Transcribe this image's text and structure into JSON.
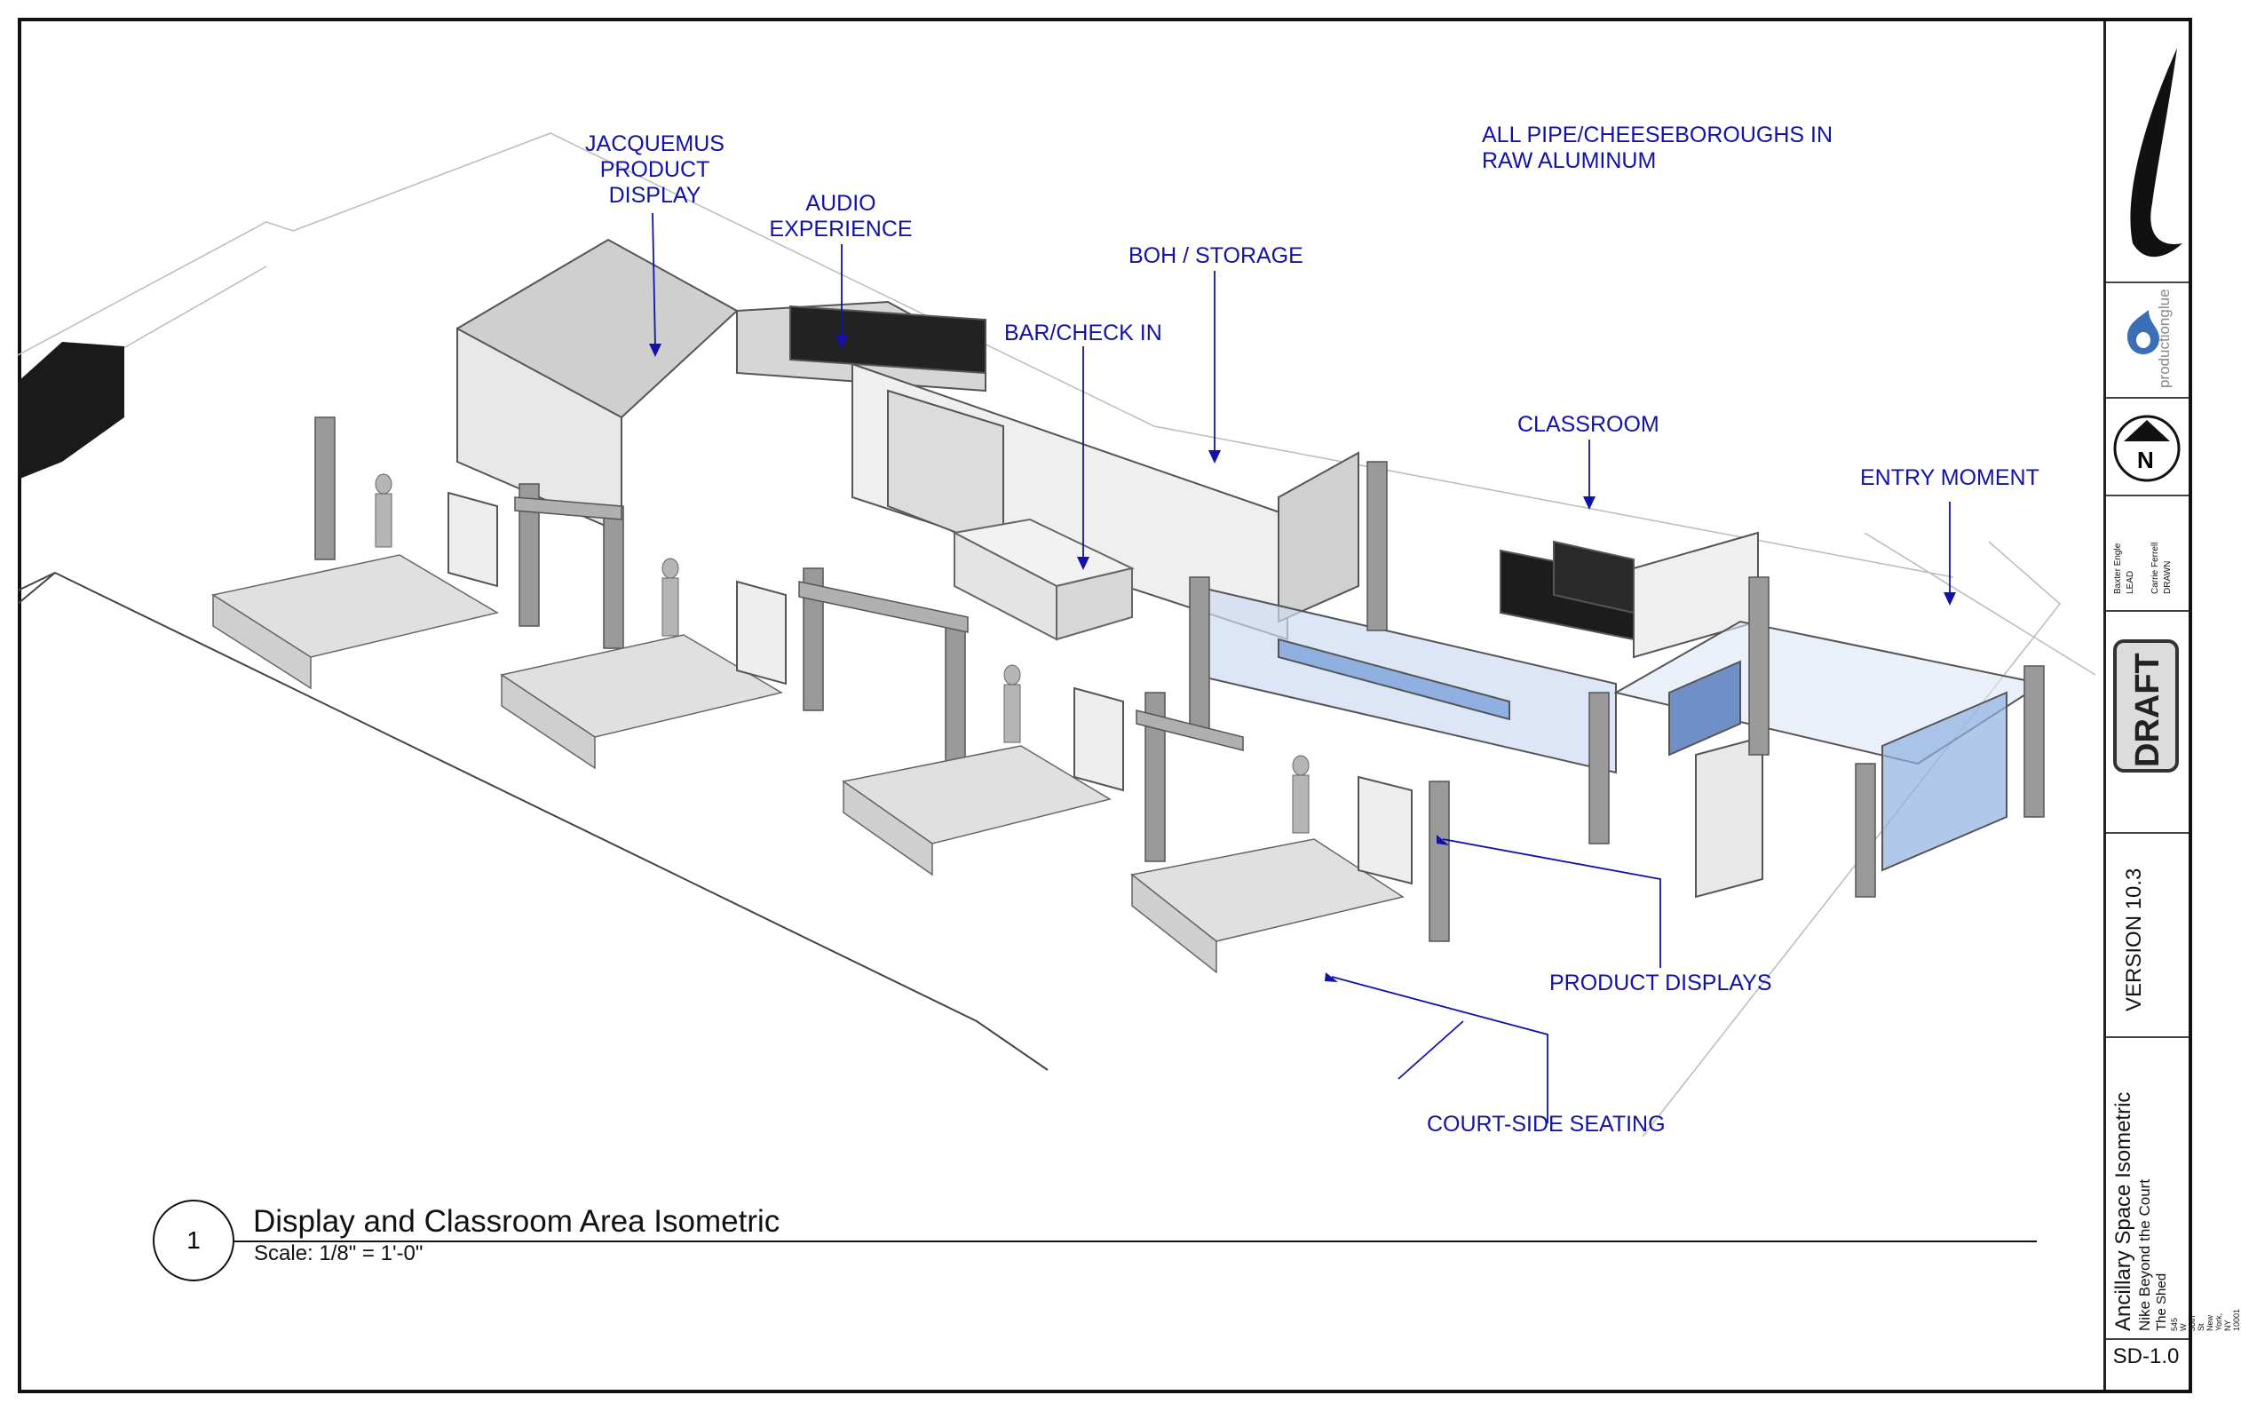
{
  "callouts": {
    "jacquemus": "JACQUEMUS\nPRODUCT\nDISPLAY",
    "audio": "AUDIO\nEXPERIENCE",
    "boh": "BOH / STORAGE",
    "bar": "BAR/CHECK IN",
    "pipe_note": "ALL PIPE/CHEESEBOROUGHS IN\nRAW ALUMINUM",
    "classroom": "CLASSROOM",
    "entry": "ENTRY MOMENT",
    "product_displays": "PRODUCT DISPLAYS",
    "seating": "COURT-SIDE SEATING"
  },
  "drawing": {
    "number": "1",
    "title": "Display and Classroom Area Isometric",
    "scale": "Scale: 1/8\" = 1'-0\""
  },
  "title_block": {
    "logo_brand": "productionglue",
    "north_label": "N",
    "lead_name": "Baxter Engle",
    "lead_role": "LEAD",
    "drawn_name": "Carrie Ferrell",
    "drawn_role": "DRAWN",
    "stamp": "DRAFT",
    "version": "VERSION 10.3",
    "sheet_title": "Ancillary Space Isometric",
    "project": "Nike Beyond the Court",
    "venue": "The Shed",
    "address": "545 W 30th St\nNew York, NY 10001",
    "sheet_id": "SD-1.0"
  },
  "colors": {
    "callout": "#1212a8",
    "glass": "#8fb0e0",
    "truss": "#6a6a6a"
  }
}
